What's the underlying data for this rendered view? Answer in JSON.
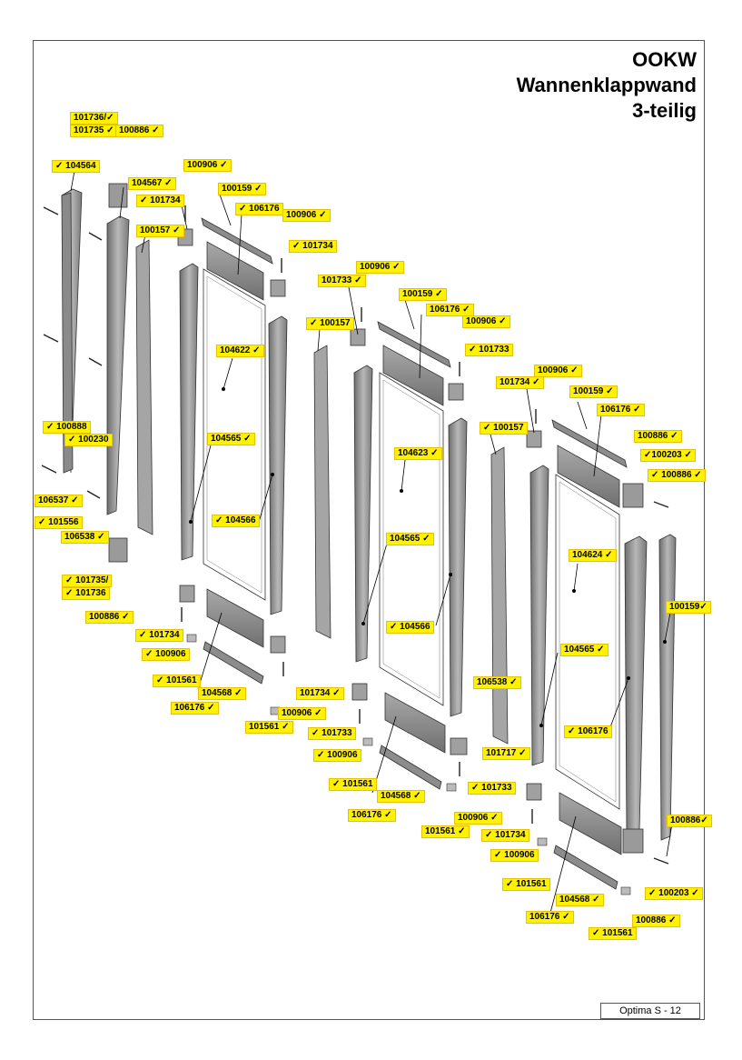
{
  "title": {
    "line1": "OOKW",
    "line2": "Wannenklappwand",
    "line3": "3-teilig"
  },
  "footer": "Optima S - 12",
  "colors": {
    "label_fill": "#fff200",
    "label_border": "#e6c200",
    "part_gray": "#9a9a9a",
    "part_dark": "#555555"
  },
  "labels": [
    "101736/✓",
    "101735 ✓",
    "100886 ✓",
    "✓ 104564",
    "104567 ✓",
    "✓ 101734",
    "100906 ✓",
    "100157 ✓",
    "100159 ✓",
    "✓ 106176",
    "100906 ✓",
    "✓ 101734",
    "101733 ✓",
    "100906 ✓",
    "100159 ✓",
    "✓ 100157",
    "106176 ✓",
    "100906 ✓",
    "104622 ✓",
    "✓ 101733",
    "100906 ✓",
    "101734 ✓",
    "100159 ✓",
    "106176 ✓",
    "✓ 100888",
    "✓ 100230",
    "104565 ✓",
    "✓ 100157",
    "100886 ✓",
    "104623 ✓",
    "✓100203 ✓",
    "✓ 100886 ✓",
    "106537 ✓",
    "✓ 104566",
    "✓ 101556",
    "106538 ✓",
    "104565 ✓",
    "104624 ✓",
    "✓ 101735/",
    "✓ 101736",
    "100159✓",
    "100886 ✓",
    "✓ 101734",
    "✓ 104566",
    "104565 ✓",
    "✓ 100906",
    "✓ 101561",
    "104568 ✓",
    "106538 ✓",
    "106176 ✓",
    "101734 ✓",
    "101561 ✓",
    "100906 ✓",
    "✓ 106176",
    "✓ 101733",
    "101717 ✓",
    "✓ 100906",
    "✓ 101561",
    "104568 ✓",
    "✓ 101733",
    "106176 ✓",
    "100906 ✓",
    "101561 ✓",
    "✓ 101734",
    "100886✓",
    "✓ 100906",
    "✓ 101561",
    "104568 ✓",
    "✓ 100203 ✓",
    "106176 ✓",
    "100886 ✓",
    "✓ 101561"
  ]
}
